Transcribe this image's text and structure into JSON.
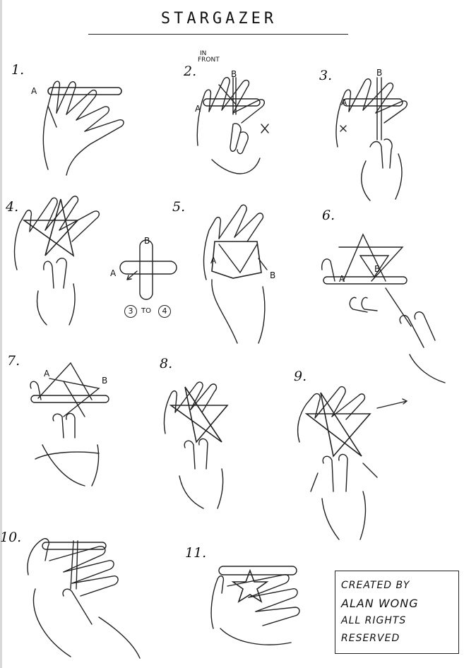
{
  "title": "STARGAZER",
  "steps": [
    {
      "num": "1.",
      "labels": [
        "A"
      ]
    },
    {
      "num": "2.",
      "labels": [
        "B",
        "A",
        "IN",
        "FRONT"
      ]
    },
    {
      "num": "3.",
      "labels": [
        "B",
        "A"
      ]
    },
    {
      "num": "4.",
      "labels": [
        "B",
        "A",
        "3",
        "TO",
        "4"
      ]
    },
    {
      "num": "5.",
      "labels": [
        "A",
        "B"
      ]
    },
    {
      "num": "6.",
      "labels": [
        "A",
        "B"
      ]
    },
    {
      "num": "7.",
      "labels": [
        "A",
        "B"
      ]
    },
    {
      "num": "8.",
      "labels": []
    },
    {
      "num": "9.",
      "labels": []
    },
    {
      "num": "10.",
      "labels": []
    },
    {
      "num": "11.",
      "labels": []
    }
  ],
  "credit": {
    "line1": "CREATED BY",
    "line2": "ALAN WONG",
    "line3": "ALL RIGHTS",
    "line4": "RESERVED"
  }
}
